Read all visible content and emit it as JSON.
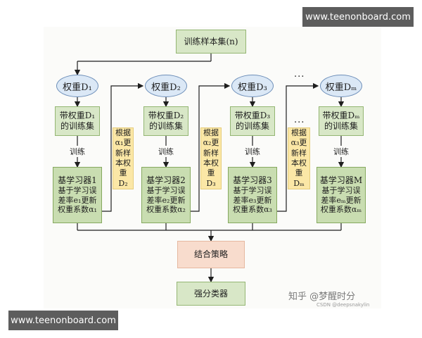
{
  "watermark": {
    "top_right": "www.teenonboard.com",
    "bottom_left": "www.teenonboard.com"
  },
  "top_box": "训练样本集(n)",
  "weights": [
    "权重D₁",
    "权重D₂",
    "权重D₃",
    "权重Dₘ"
  ],
  "weighted_sets": [
    [
      "带权重D₁",
      "的训练集"
    ],
    [
      "带权重D₂",
      "的训练集"
    ],
    [
      "带权重D₃",
      "的训练集"
    ],
    [
      "带权重Dₘ",
      "的训练集"
    ]
  ],
  "train_label": "训练",
  "learners": [
    [
      "基学习器1",
      "基于学习误",
      "差率e₁更新",
      "权重系数α₁"
    ],
    [
      "基学习器2",
      "基于学习误",
      "差率e₂更新",
      "权重系数α₂"
    ],
    [
      "基学习器3",
      "基于学习误",
      "差率e₃更新",
      "权重系数α₃"
    ],
    [
      "基学习器M",
      "基于学习误",
      "差率eₘ更新",
      "权重系数αₘ"
    ]
  ],
  "update_notes": [
    [
      "根据",
      "α₁更",
      "新样",
      "本权",
      "重D₂"
    ],
    [
      "根据",
      "α₂更",
      "新样",
      "本权",
      "重D₃"
    ],
    [
      "根据",
      "α₃更",
      "新样",
      "本权",
      "重Dₘ"
    ]
  ],
  "ellipsis": "...",
  "combine_box": "结合策略",
  "final_box": "强分类器",
  "credit": {
    "zhihu": "知乎 @梦醒时分",
    "csdn": "CSDN @deepsnakylin"
  }
}
